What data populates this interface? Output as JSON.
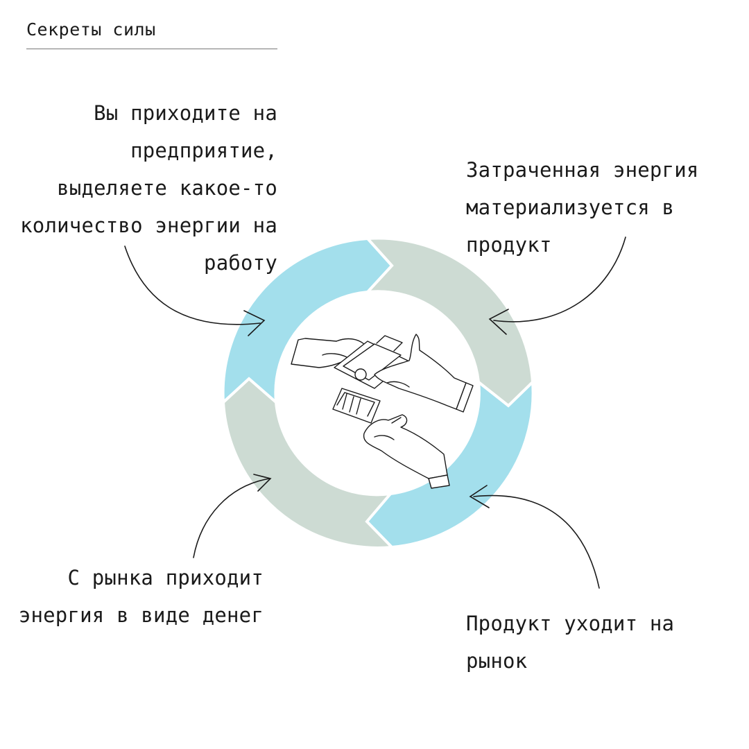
{
  "header": {
    "title": "Секреты силы"
  },
  "captions": {
    "top_left": "Вы приходите на\nпредприятие,\nвыделяете какое-то\nколичество энергии на\nработу",
    "top_right": "Затраченная энергия\nматериализуется в\nпродукт",
    "bottom_left": "С рынка приходит\nэнергия в виде денег",
    "bottom_right": "Продукт уходит на\nрынок"
  },
  "colors": {
    "blue_segment": "#a3dfec",
    "gray_segment": "#cddbd3",
    "stroke": "#1a1a1a"
  },
  "center_icon": "hands-exchanging-money-icon"
}
